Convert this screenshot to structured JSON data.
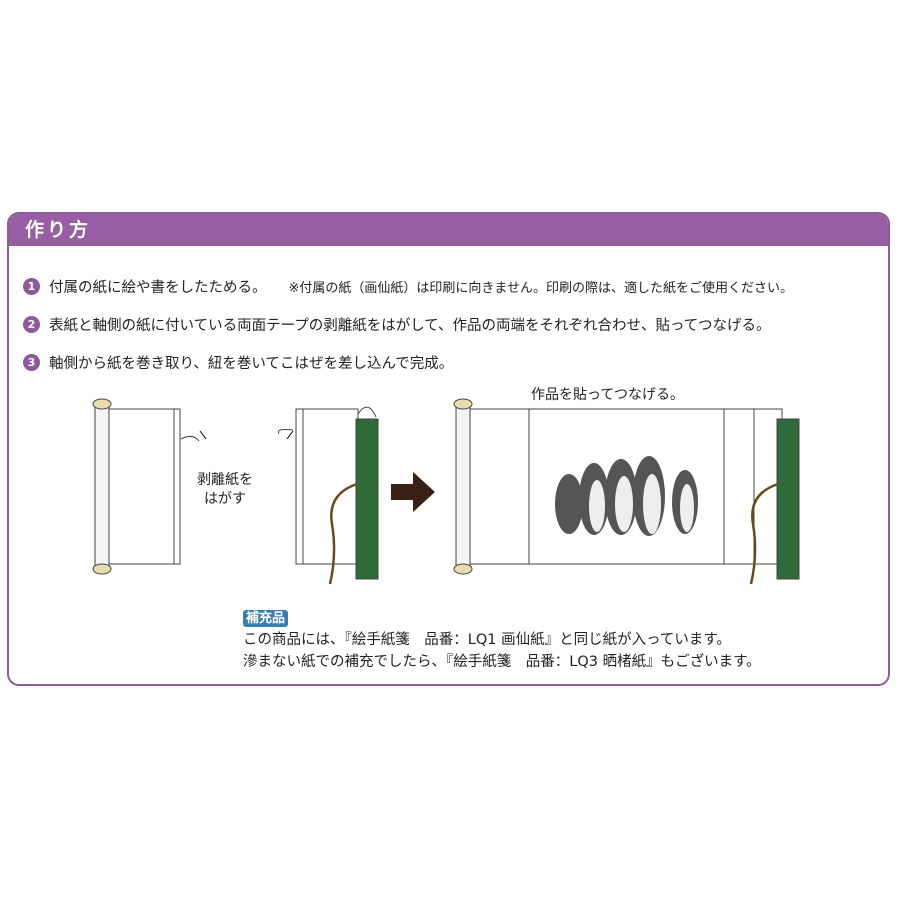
{
  "title": "作り方",
  "steps": [
    {
      "num": "1",
      "text": "付属の紙に絵や書をしたためる。",
      "note": "※付属の紙（画仙紙）は印刷に向きません。印刷の際は、適した紙をご使用ください。"
    },
    {
      "num": "2",
      "text": "表紙と軸側の紙に付いている両面テープの剥離紙をはがして、作品の両端をそれぞれ合わせ、貼ってつなげる。"
    },
    {
      "num": "3",
      "text": "軸側から紙を巻き取り、紐を巻いてこはぜを差し込んで完成。"
    }
  ],
  "illustration": {
    "peel_label_1": "剥離紙を",
    "peel_label_2": "はがす",
    "join_label": "作品を貼ってつなげる。"
  },
  "supplement": {
    "tag": "補充品",
    "line1": "この商品には、『絵手紙箋　品番：LQ1 画仙紙』と同じ紙が入っています。",
    "line2": "滲まない紙での補充でしたら、『絵手紙箋　品番：LQ3 晒楮紙』もございます。"
  },
  "colors": {
    "accent": "#985ea3",
    "green": "#2f6b3a",
    "tag": "#3b7fb0"
  }
}
